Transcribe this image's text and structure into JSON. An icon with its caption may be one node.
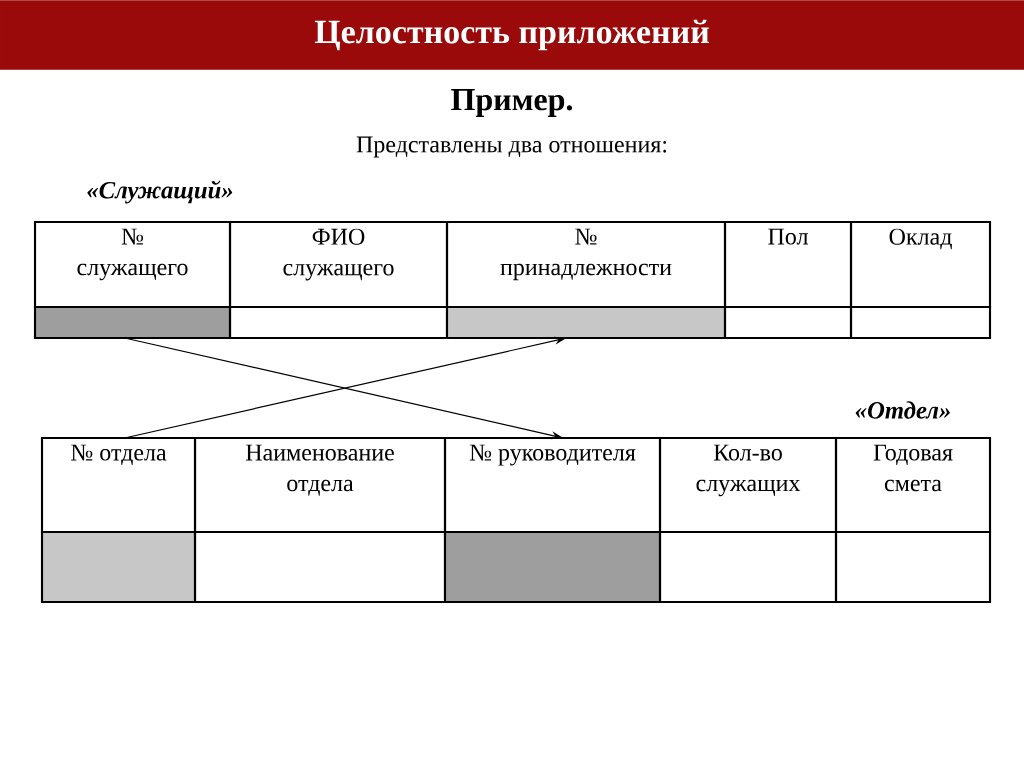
{
  "diagram": {
    "title": "Целостность приложений",
    "nodes": [
      {
        "text": [
          "№ служащего"
        ]
      },
      {
        "text": [
          "ФИО служащего"
        ]
      },
      {
        "text": [
          "№ принадлежности"
        ]
      },
      {
        "text": [
          "Пол"
        ]
      },
      {
        "text": [
          "Оклад"
        ]
      },
      {
        "text": [],
        "shape": "box"
      },
      {
        "text": [],
        "shape": "box"
      },
      {
        "text": [],
        "shape": "box"
      },
      {
        "text": [],
        "shape": "box"
      },
      {
        "text": [],
        "shape": "box"
      },
      {
        "text": [
          "№ отдела"
        ]
      },
      {
        "text": [
          "Наименование отдела"
        ]
      },
      {
        "text": [
          "№ руководителя"
        ]
      },
      {
        "text": [
          "Кол-во служащих"
        ]
      },
      {
        "text": [
          "Годовая смета"
        ]
      },
      {
        "text": [],
        "shape": "box"
      },
      {
        "text": [],
        "shape": "box"
      },
      {
        "text": [],
        "shape": "box"
      },
      {
        "text": [],
        "shape": "box"
      },
      {
        "text": [],
        "shape": "box"
      }
    ],
    "edges": [
      {
        "from": 5,
        "to": 12,
        "arrow": "to"
      },
      {
        "from": 10,
        "to": 7,
        "arrow": "to"
      }
    ],
    "labels": [
      "Пример.",
      "Представлены два отношения:",
      "«Служащий»",
      "«Отдел»"
    ]
  }
}
